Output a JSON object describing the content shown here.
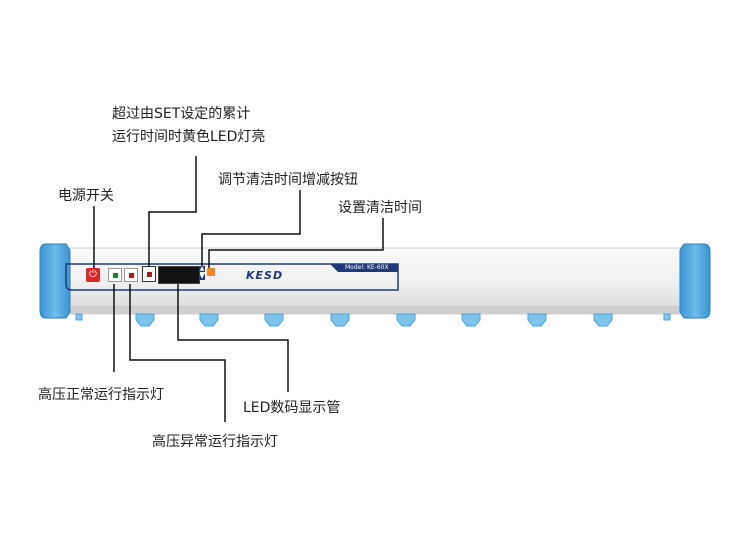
{
  "labels": {
    "top_line1": "超过由SET设定的累计",
    "top_line2": "运行时间时黄色LED灯亮",
    "adjust_buttons": "调节清洁时间增减按钮",
    "set_time": "设置清洁时间",
    "power_switch": "电源开关",
    "normal_indicator": "高压正常运行指示灯",
    "led_display": "LED数码显示管",
    "abnormal_indicator": "高压异常运行指示灯"
  },
  "device": {
    "brand": "KESD",
    "model": "Model: KE-60X"
  },
  "colors": {
    "end_cap": "#4aa3dc",
    "body": "#f2f2f2",
    "panel_border": "#1f3a7a",
    "power_button": "#d9262b",
    "green_led": "#1e7d3a",
    "red_led": "#a31d1d",
    "yellow_button": "#f08a1c",
    "display": "#111111",
    "leader_line": "#111111"
  },
  "icons": {
    "power": "power-icon",
    "arrow_up": "arrow-up-icon",
    "arrow_down": "arrow-down-icon"
  }
}
